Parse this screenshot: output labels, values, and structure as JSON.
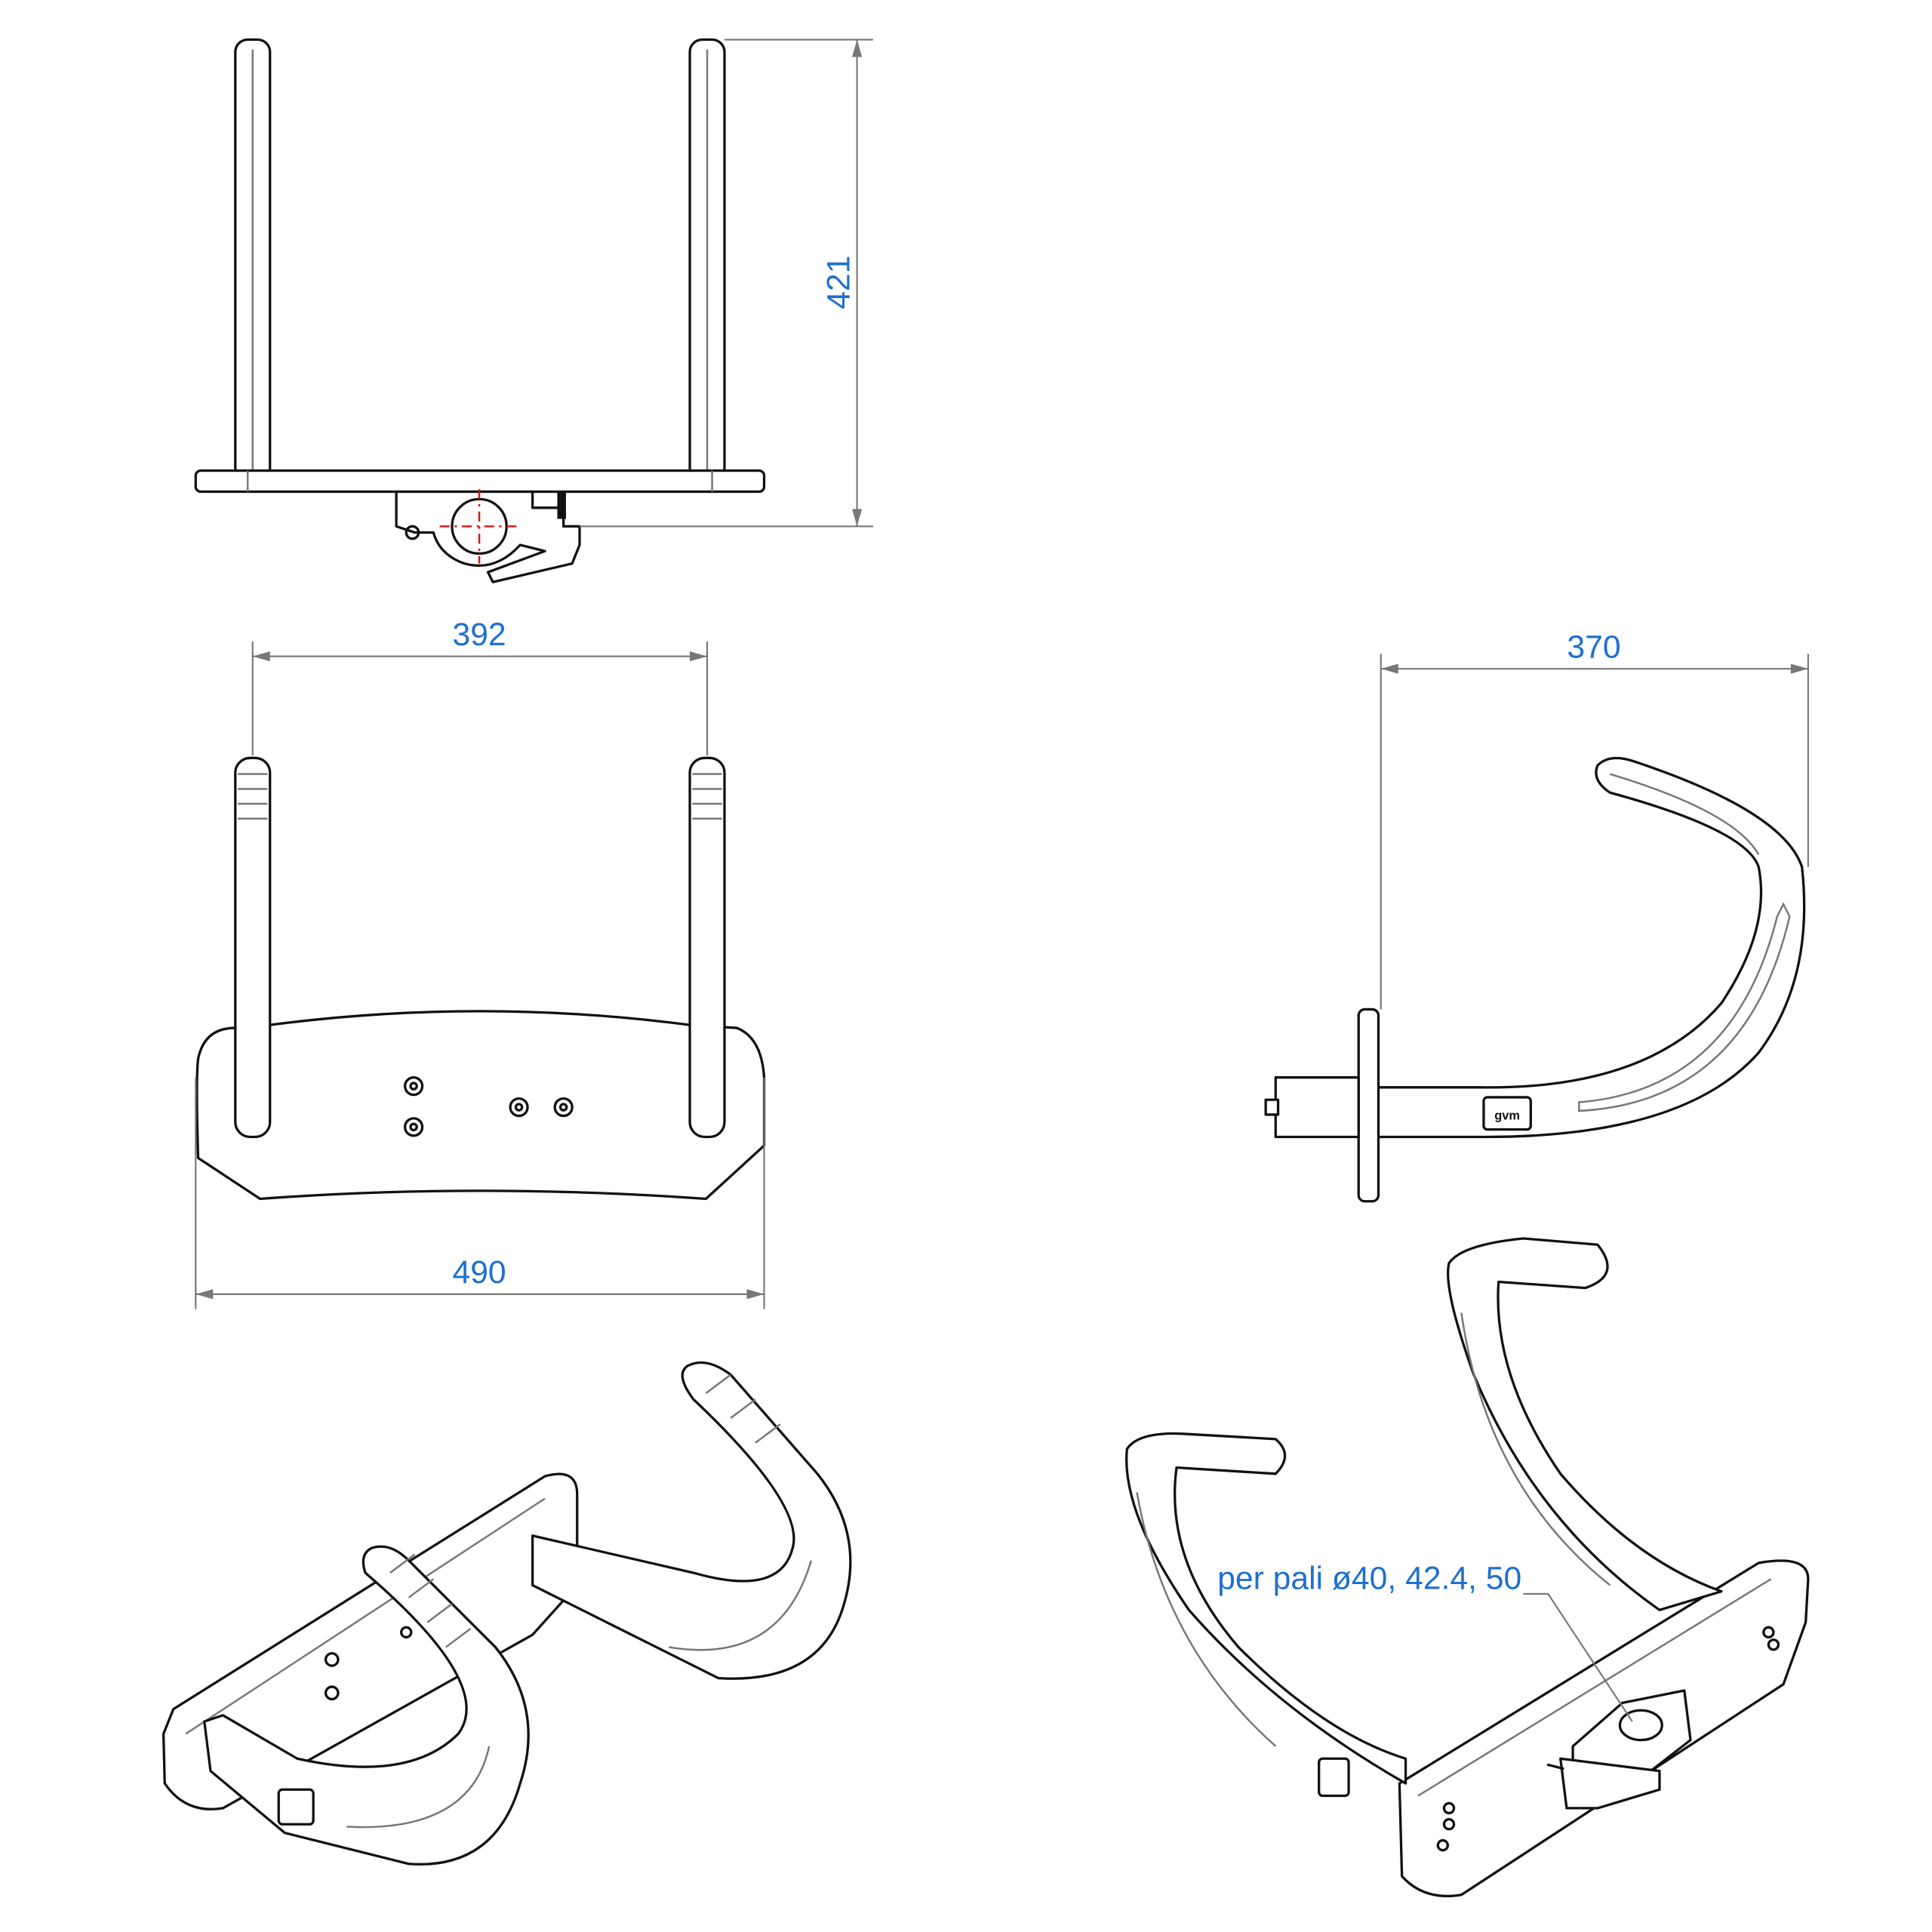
{
  "dimensions": {
    "height": "421",
    "post_spacing": "392",
    "plate_width": "490",
    "reach": "370"
  },
  "annotation": "per pali ø40, 42.4, 50",
  "logo_text": "gvm",
  "colors": {
    "dimension_text": "#1f6fd0",
    "centerline": "#e01010",
    "outline": "#111111"
  }
}
